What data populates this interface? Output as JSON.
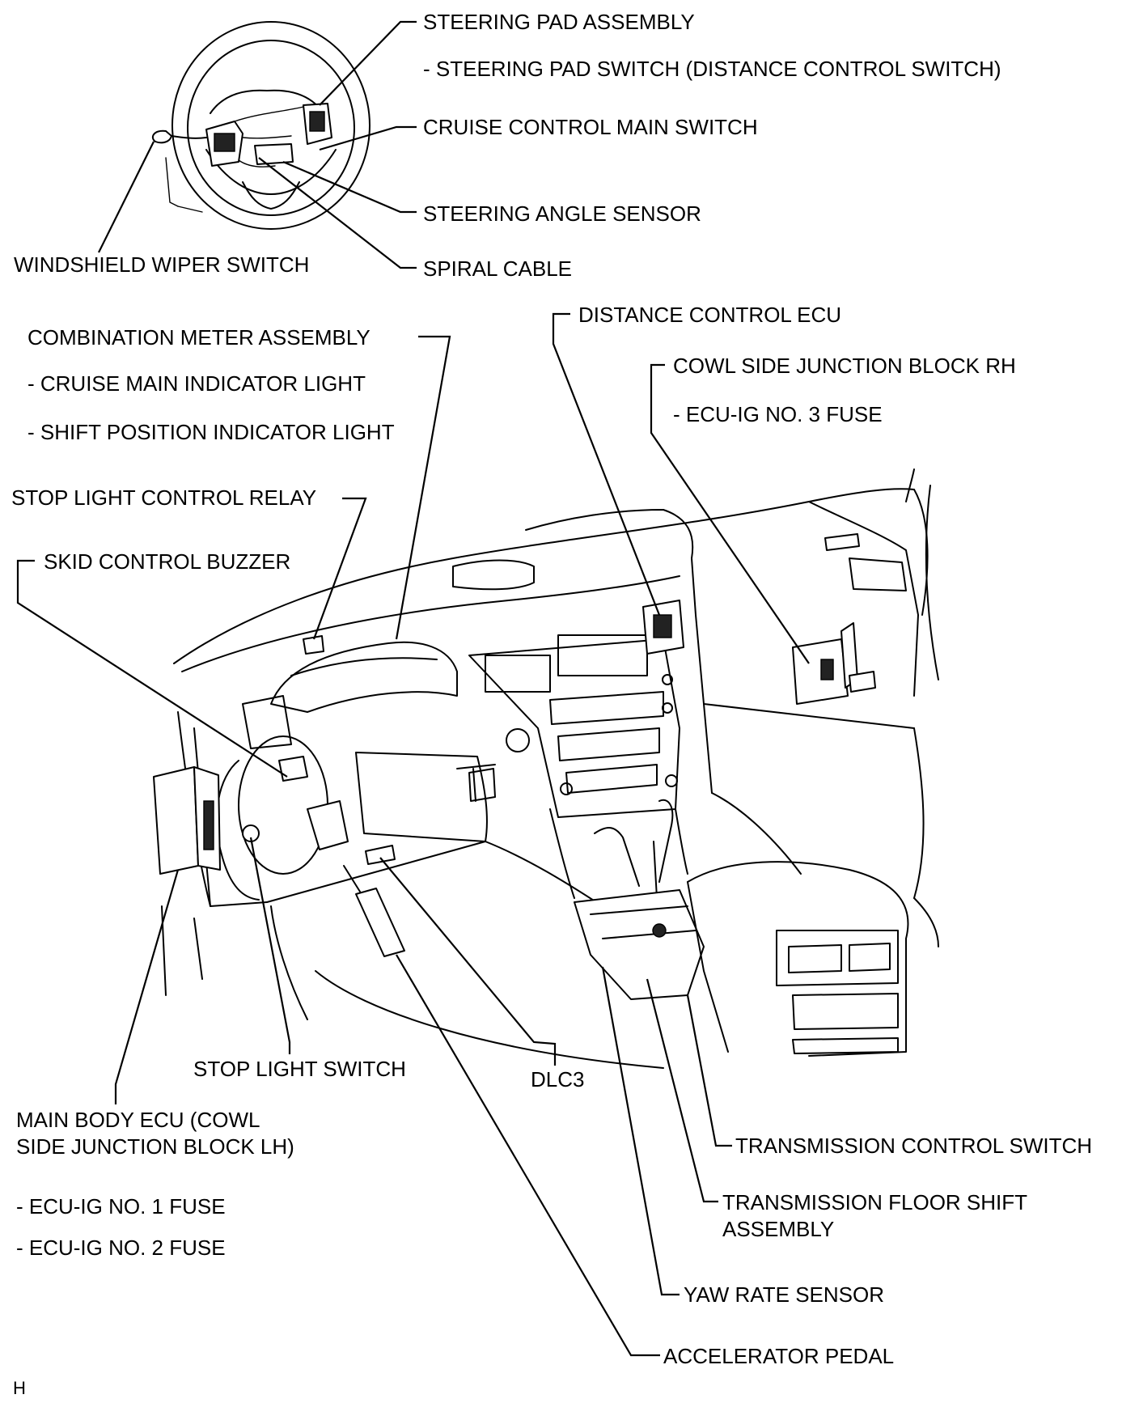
{
  "labels": {
    "steering_pad_assembly": "STEERING PAD ASSEMBLY",
    "steering_pad_switch": "- STEERING PAD SWITCH (DISTANCE CONTROL SWITCH)",
    "cruise_control_main_switch": "CRUISE CONTROL MAIN SWITCH",
    "steering_angle_sensor": "STEERING ANGLE SENSOR",
    "windshield_wiper_switch": "WINDSHIELD WIPER SWITCH",
    "spiral_cable": "SPIRAL CABLE",
    "distance_control_ecu": "DISTANCE CONTROL ECU",
    "combination_meter_assembly": "COMBINATION METER ASSEMBLY",
    "cruise_main_indicator_light": "- CRUISE MAIN INDICATOR LIGHT",
    "shift_position_indicator_light": "- SHIFT POSITION INDICATOR LIGHT",
    "cowl_side_junction_block_rh": "COWL SIDE JUNCTION BLOCK RH",
    "ecu_ig_no3_fuse": "- ECU-IG NO. 3 FUSE",
    "stop_light_control_relay": "STOP LIGHT CONTROL RELAY",
    "skid_control_buzzer": "SKID CONTROL BUZZER",
    "stop_light_switch": "STOP LIGHT SWITCH",
    "dlc3": "DLC3",
    "main_body_ecu_line1": "MAIN BODY ECU (COWL",
    "main_body_ecu_line2": "SIDE JUNCTION BLOCK LH)",
    "ecu_ig_no1_fuse": "- ECU-IG NO. 1 FUSE",
    "ecu_ig_no2_fuse": "- ECU-IG NO. 2 FUSE",
    "transmission_control_switch": "TRANSMISSION CONTROL SWITCH",
    "transmission_floor_shift_line1": "TRANSMISSION FLOOR SHIFT",
    "transmission_floor_shift_line2": "ASSEMBLY",
    "yaw_rate_sensor": "YAW RATE SENSOR",
    "accelerator_pedal": "ACCELERATOR PEDAL",
    "corner_mark": "H"
  }
}
